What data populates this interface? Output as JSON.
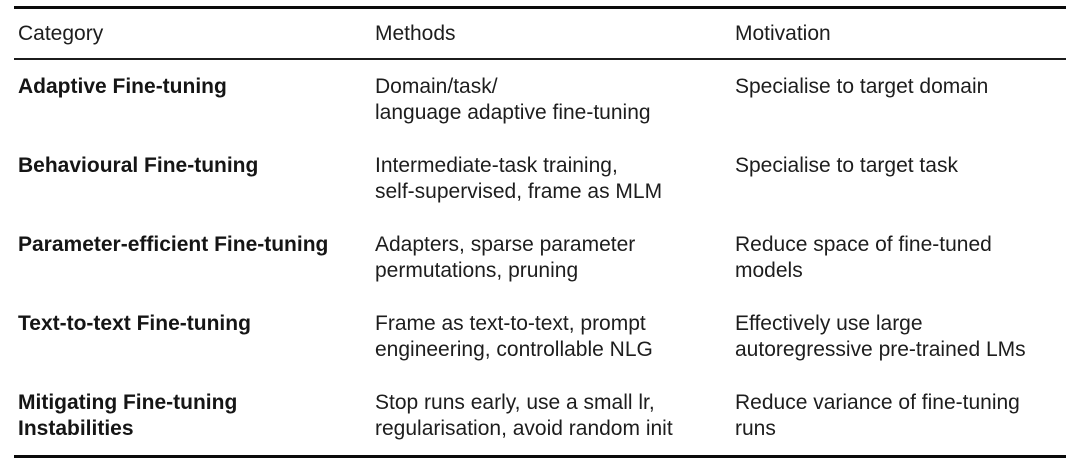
{
  "table": {
    "columns": [
      "Category",
      "Methods",
      "Motivation"
    ],
    "rows": [
      {
        "category": "Adaptive Fine-tuning",
        "methods": "Domain/task/\nlanguage adaptive fine-tuning",
        "motivation": "Specialise to target domain"
      },
      {
        "category": "Behavioural Fine-tuning",
        "methods": "Intermediate-task training,\nself-supervised, frame as MLM",
        "motivation": "Specialise to target task"
      },
      {
        "category": "Parameter-efficient Fine-tuning",
        "methods": "Adapters, sparse parameter\npermutations, pruning",
        "motivation": "Reduce space of fine-tuned\nmodels"
      },
      {
        "category": "Text-to-text Fine-tuning",
        "methods": "Frame as text-to-text, prompt\nengineering, controllable NLG",
        "motivation": "Effectively use large\nautoregressive pre-trained LMs"
      },
      {
        "category": "Mitigating Fine-tuning\nInstabilities",
        "methods": "Stop runs early, use a small lr,\nregularisation, avoid random init",
        "motivation": "Reduce variance of fine-tuning\nruns"
      }
    ]
  },
  "colors": {
    "background": "#ffffff",
    "text": "#1d1d1d",
    "rule": "#0a0a0a"
  }
}
